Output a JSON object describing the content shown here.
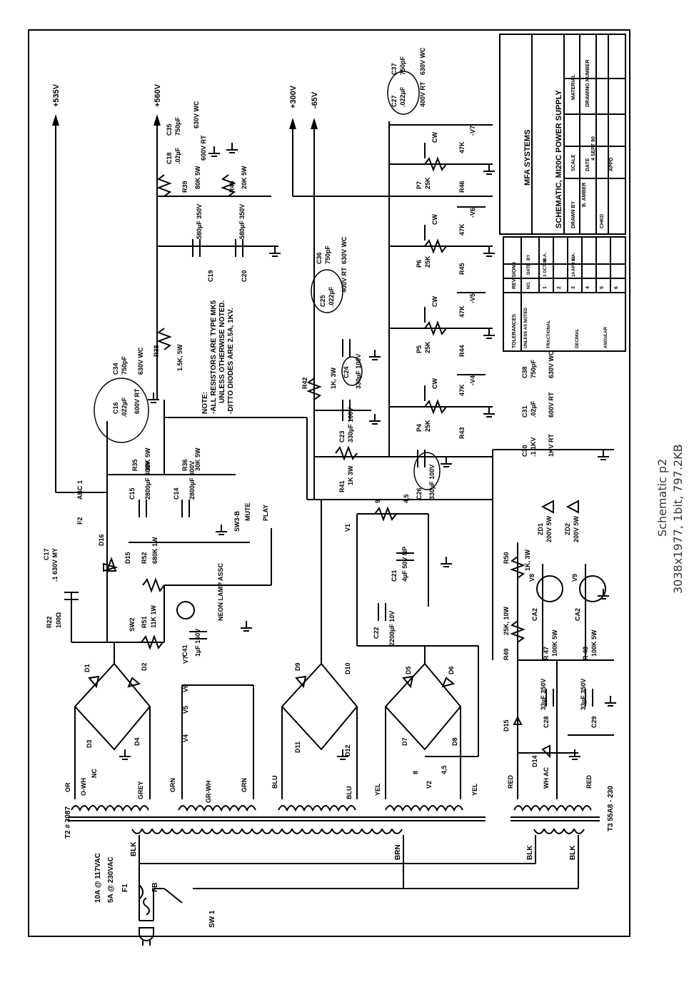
{
  "caption": {
    "title": "Schematic p2",
    "meta": "3038x1977, 1bit, 797.2KB"
  },
  "title_block": {
    "company": "MFA SYSTEMS",
    "title": "SCHEMATIC, MI20C POWER SUPPLY",
    "drawn_by": "DRAWN BY",
    "drawn_by_val": "B. AMBER",
    "chkd": "CHKD",
    "scale": "SCALE",
    "date": "DATE",
    "date_val": "4 SEPT 90",
    "material": "MATERIAL",
    "drawing_number": "DRAWING NUMBER",
    "appd": "APPD",
    "tolerances": "TOLERANCES",
    "unless": "UNLESS AS NOTED",
    "fractional": "FRACTIONAL",
    "decimal": "DECIMAL",
    "angular": "ANGULAR",
    "revisions": "REVISIONS",
    "rev_headers": [
      "NO.",
      "DATE",
      "BY"
    ],
    "rev_rows": [
      [
        "1",
        "3 OCT 90",
        "B.A."
      ],
      [
        "2",
        "",
        ""
      ],
      [
        "3",
        "14 APR 91",
        "B.A."
      ],
      [
        "4",
        "",
        ""
      ],
      [
        "5",
        "",
        ""
      ],
      [
        "6",
        "",
        ""
      ]
    ]
  },
  "rails": [
    {
      "id": "r535",
      "label": "+535V"
    },
    {
      "id": "r560",
      "label": "+560V"
    },
    {
      "id": "r300",
      "label": "+300V"
    },
    {
      "id": "rn65",
      "label": "-65V"
    }
  ],
  "transformers": {
    "t2": "T2 # 3087",
    "t3": "T3  55A8 - 230"
  },
  "notes": {
    "head": "NOTE:",
    "line1": "-ALL RESISTORS ARE TYPE MK5",
    "line2": "UNLESS OTHERWISE NOTED.",
    "line3": "-DITTO DIODES ARE 2.5A, 1KV."
  },
  "mains": {
    "line1": "10A @ 117VAC",
    "line2": "5A @ 230VAC",
    "f1": "F1",
    "fb": "FB",
    "sw1": "SW 1"
  },
  "wires": {
    "blk1": "BLK",
    "brn": "BRN",
    "blk2": "BLK",
    "blk3": "BLK"
  },
  "labels": {
    "r47": "R 47",
    "r48": "R 48",
    "r47v": "100K 5W",
    "r48v": "100K 5W",
    "ca2a": "CA2",
    "ca2b": "CA2",
    "v8": "V8",
    "v9": "V9",
    "r49": "R49",
    "r49v": "25K, 10W",
    "r50": "R50",
    "r50v": "1K, 3W",
    "zd1": "ZD1",
    "zd1v": "200V 5W",
    "zd2": "ZD2",
    "zd2v": "200V 5W",
    "d15b": "D15",
    "d14": "D14",
    "c28": "C28",
    "c28v": "33µF 350V",
    "c29": "C29",
    "c29v": "33µF 350V",
    "red": "RED",
    "whac": "WH AC",
    "red2": "RED",
    "c30": "C30",
    "c30v": ".1 1KV",
    "c31": "C31",
    "c31v": ".02µF",
    "c38": "C38",
    "c38v": "750pF",
    "kv1": "1KV RT",
    "kv2": "630V WC",
    "kv3": "600V RT",
    "r41": "R41",
    "r41v": "1K 3W",
    "c26": "C26",
    "c26v": "330µF 100V",
    "c23": "C23",
    "c23v": "330µF 100V",
    "r42": "R42",
    "r42v": "1K, 3W",
    "c24": "C24",
    "c24v": "330µF 100V",
    "c25": "C25",
    "c25v": ".022µF",
    "c36": "C36",
    "c36v": "750pF",
    "kv4": "400V RT",
    "kv5": "630V WC",
    "p4": "P4",
    "p4v": "25K",
    "p5": "P5",
    "p5v": "25K",
    "p6": "P6",
    "p6v": "25K",
    "p7": "P7",
    "p7v": "25K",
    "r43": "R43",
    "r44": "R44",
    "r45": "R45",
    "r46": "R46",
    "k47": "47K",
    "cw": "CW",
    "v4": "-V4",
    "v5": "-V5",
    "v6": "-V6",
    "v7": "-V7",
    "c27": "C27",
    "c27v": ".022µF",
    "c37": "C37",
    "c37v": "750pF",
    "kv6": "630V WC",
    "kv7": "400V RT",
    "v1": "V1",
    "v1a": "9",
    "v1b": "4,5",
    "c21": "C21",
    "c21v": "4µF 50V NP",
    "c22": "C22",
    "c22v": "2200µF 10V",
    "d5": "D5",
    "d6": "D6",
    "d7": "D7",
    "d8": "D8",
    "v2": "V2",
    "v2a": "8",
    "v2b": "4,5",
    "yel1": "YEL",
    "yel2": "YEL",
    "d9": "D9",
    "d10": "D10",
    "d11": "D11",
    "d12": "D12",
    "blu1": "BLU",
    "blu2": "BLU",
    "v4t": "V4",
    "v5t": "V5",
    "v6t": "V6",
    "v7t": "V7",
    "grn": "GRN",
    "grwh": "GR-WH",
    "grn2": "GRN",
    "d1": "D1",
    "d2": "D2",
    "d3": "D3",
    "d4": "D4",
    "or": "OR",
    "owh": "O-WH",
    "nc": "NC",
    "grey": "GREY",
    "r22": "R22",
    "r22v": "100Ω",
    "c17": "C17",
    "c17v": ".1 630V MY",
    "sw2": "SW2",
    "d15": "D15",
    "d16": "D16",
    "r51": "R51",
    "r51v": "11K 1W",
    "c41": "C41",
    "c41v": "1µF 150V",
    "neon": "NEON LAMP ASSC",
    "f2": "F2",
    "abc": "ABC 1",
    "r52": "R52",
    "r52v": "680K 1W",
    "c15": "C15",
    "c15v": "2800µF 300V",
    "c14": "C14",
    "c14v": "2800µF 300V",
    "sw3": "SW3-B",
    "mute": "MUTE",
    "play": "PLAY",
    "r35": "R35",
    "r35v": "30K 5W",
    "r36": "R36",
    "r36v": "30K 5W",
    "c16": "C16",
    "c16v": ".022µF",
    "c34": "C34",
    "c34v": "750pF",
    "kv8": "630V WC",
    "kv9": "600V RT",
    "r38": "R38",
    "r38v": "1.5K, 5W",
    "c19": "C19",
    "c19v": "580µF 350V",
    "c20": "C20",
    "c20v": "580µF 350V",
    "r39": "R39",
    "r39v": "80K 5W",
    "r40": "R40",
    "r40v": "20K 5W",
    "c18": "C18",
    "c18v": ".02µF",
    "c35": "C35",
    "c35v": "750pF",
    "kv10": "630V WC",
    "kv11": "600V RT"
  }
}
